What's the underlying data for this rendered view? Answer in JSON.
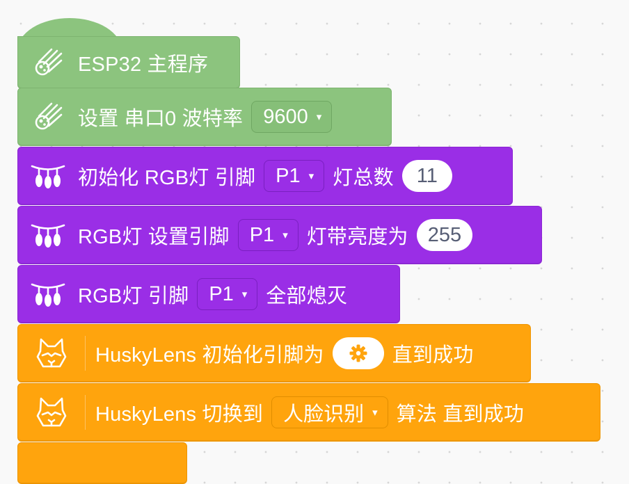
{
  "blocks": {
    "esp32_main": {
      "label": "ESP32 主程序"
    },
    "serial_setup": {
      "label": "设置 串口0 波特率",
      "baud": "9600"
    },
    "rgb_init": {
      "label": "初始化 RGB灯 引脚",
      "pin": "P1",
      "count_label": "灯总数",
      "count": "11"
    },
    "rgb_brightness": {
      "label": "RGB灯 设置引脚",
      "pin": "P1",
      "brightness_label": "灯带亮度为",
      "brightness": "255"
    },
    "rgb_off": {
      "label": "RGB灯 引脚",
      "pin": "P1",
      "action_label": "全部熄灭"
    },
    "husky_init": {
      "label": "HuskyLens 初始化引脚为",
      "until_label": "直到成功"
    },
    "husky_switch": {
      "label": "HuskyLens 切换到",
      "algorithm": "人脸识别",
      "algo_label": "算法 直到成功"
    }
  },
  "caret": "▾",
  "colors": {
    "green": "#8cc47e",
    "purple": "#9a2ee6",
    "orange": "#ffa40d"
  },
  "icons": {
    "esp32": "meteor-icon",
    "rgb": "light-string-icon",
    "huskylens": "huskylens-icon",
    "setting": "gear-icon"
  }
}
